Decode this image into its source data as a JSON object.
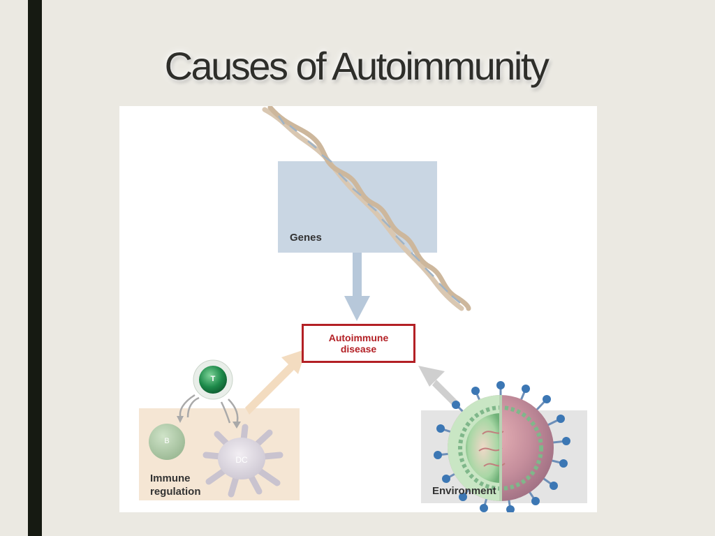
{
  "slide": {
    "title": "Causes of Autoimmunity"
  },
  "diagram": {
    "genes_label": "Genes",
    "disease_label": "Autoimmune\ndisease",
    "immune_label": "Immune\nregulation",
    "environment_label": "Environment",
    "t_cell_letter": "T",
    "b_cell_letter": "B",
    "dendritic_cell_letter": "DC"
  },
  "colors": {
    "left_bar": "#161a12",
    "slide_background": "#ebe9e2",
    "genes_box": "#c9d6e3",
    "immune_box": "#f5e6d4",
    "environment_box": "#e4e4e4",
    "disease_border": "#b32025",
    "arrows": "#b7c8da",
    "t_cell": "#1d8a4a",
    "virus_spike": "#3c77b4"
  },
  "icons": [
    "dna-helix-icon",
    "t-cell-icon",
    "b-cell-icon",
    "dendritic-cell-icon",
    "virus-icon"
  ]
}
